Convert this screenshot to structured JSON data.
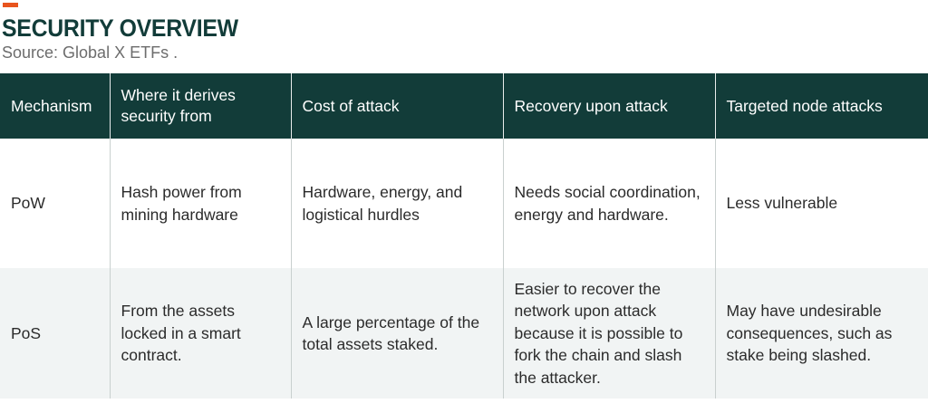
{
  "accent_color": "#e8541e",
  "header_color": "#123c39",
  "title": "SECURITY OVERVIEW",
  "source": "Source: Global X ETFs .",
  "columns": [
    "Mechanism",
    "Where it derives security from",
    "Cost of attack",
    "Recovery upon attack",
    "Targeted node attacks"
  ],
  "rows": [
    [
      "PoW",
      "Hash power from mining hardware",
      "Hardware, energy, and logistical hurdles",
      "Needs social coordination, energy and hardware.",
      "Less vulnerable"
    ],
    [
      "PoS",
      "From the assets locked in a smart contract.",
      "A large percentage of the total assets staked.",
      "Easier to recover the network upon attack because it is possible to fork the chain and slash the attacker.",
      "May have undesirable consequences, such as stake being slashed."
    ]
  ]
}
